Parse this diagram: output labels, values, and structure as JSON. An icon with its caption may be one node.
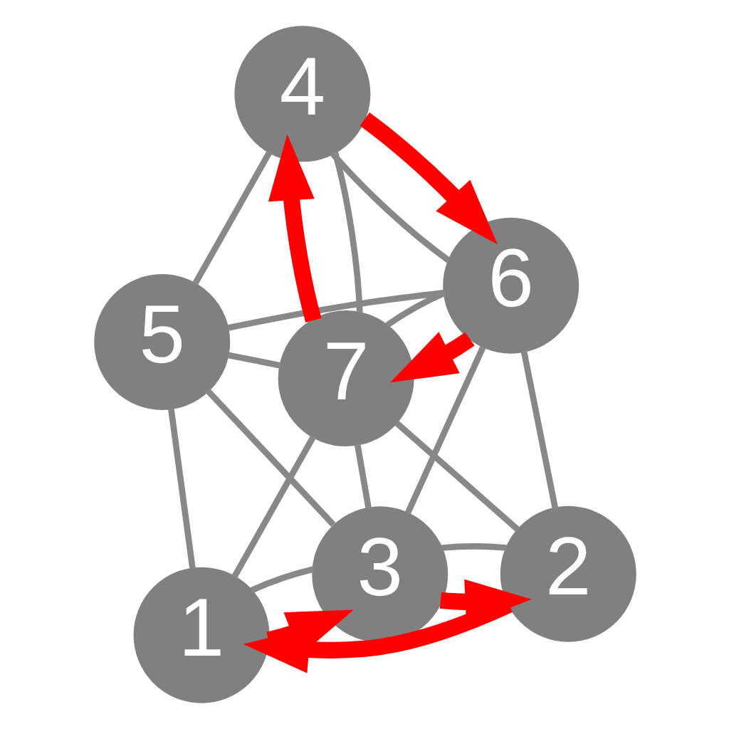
{
  "diagram": {
    "nodes": [
      {
        "text": [
          "1"
        ]
      },
      {
        "text": [
          "2"
        ]
      },
      {
        "text": [
          "3"
        ]
      },
      {
        "text": [
          "4"
        ]
      },
      {
        "text": [
          "5"
        ]
      },
      {
        "text": [
          "6"
        ]
      },
      {
        "text": [
          "7"
        ]
      }
    ],
    "edges": [
      {
        "from": 0,
        "to": 2,
        "arrow": "none"
      },
      {
        "from": 2,
        "to": 1,
        "arrow": "none"
      },
      {
        "from": 1,
        "to": 5,
        "arrow": "none"
      },
      {
        "from": 5,
        "to": 3,
        "arrow": "none"
      },
      {
        "from": 3,
        "to": 4,
        "arrow": "none"
      },
      {
        "from": 4,
        "to": 0,
        "arrow": "none"
      },
      {
        "from": 0,
        "to": 6,
        "arrow": "none"
      },
      {
        "from": 6,
        "to": 5,
        "arrow": "none"
      },
      {
        "from": 1,
        "to": 6,
        "arrow": "none"
      },
      {
        "from": 6,
        "to": 4,
        "arrow": "none"
      },
      {
        "from": 3,
        "to": 6,
        "arrow": "none"
      },
      {
        "from": 6,
        "to": 2,
        "arrow": "none"
      },
      {
        "from": 2,
        "to": 5,
        "arrow": "none"
      },
      {
        "from": 5,
        "to": 4,
        "arrow": "none"
      },
      {
        "from": 4,
        "to": 2,
        "arrow": "none"
      },
      {
        "from": 1,
        "to": 0,
        "arrow": "to",
        "style": "thick",
        "color": "#ff0000"
      },
      {
        "from": 0,
        "to": 2,
        "arrow": "to",
        "style": "thick",
        "color": "#ff0000"
      },
      {
        "from": 2,
        "to": 1,
        "arrow": "to",
        "style": "thick",
        "color": "#ff0000"
      },
      {
        "from": 5,
        "to": 6,
        "arrow": "to",
        "style": "thick",
        "color": "#ff0000"
      },
      {
        "from": 6,
        "to": 3,
        "arrow": "to",
        "style": "thick",
        "color": "#ff0000"
      },
      {
        "from": 3,
        "to": 5,
        "arrow": "to",
        "style": "thick",
        "color": "#ff0000"
      }
    ]
  }
}
